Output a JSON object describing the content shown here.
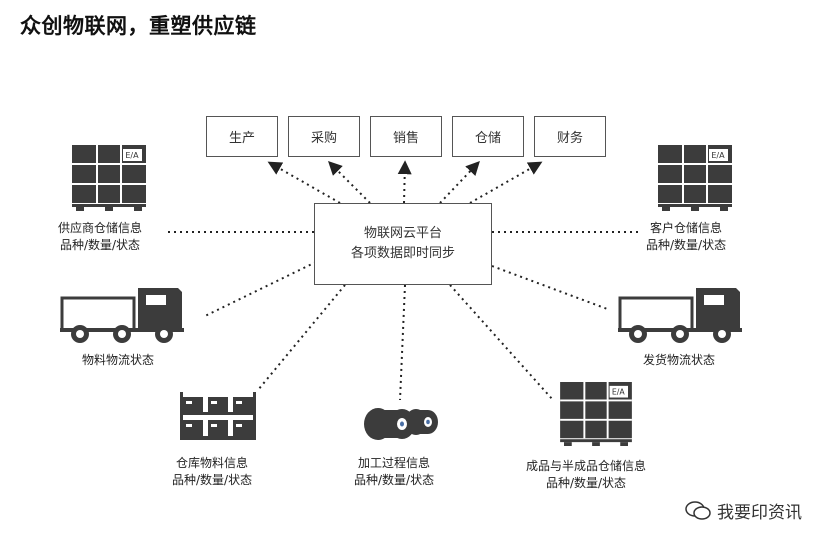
{
  "title": "众创物联网，重塑供应链",
  "top_boxes": [
    "生产",
    "采购",
    "销售",
    "仓储",
    "财务"
  ],
  "platform": {
    "line1": "物联网云平台",
    "line2": "各项数据即时同步"
  },
  "nodes": {
    "supplier_storage": {
      "line1": "供应商仓储信息",
      "line2": "品种/数量/状态"
    },
    "customer_storage": {
      "line1": "客户仓储信息",
      "line2": "品种/数量/状态"
    },
    "material_logistics": {
      "line1": "物料物流状态"
    },
    "shipping_logistics": {
      "line1": "发货物流状态"
    },
    "warehouse_materials": {
      "line1": "仓库物料信息",
      "line2": "品种/数量/状态"
    },
    "processing": {
      "line1": "加工过程信息",
      "line2": "品种/数量/状态"
    },
    "finished_goods": {
      "line1": "成品与半成品仓储信息",
      "line2": "品种/数量/状态"
    }
  },
  "watermark": "我要印资讯",
  "icons": [
    "pallet-boxes-icon",
    "truck-icon",
    "storage-rack-icon",
    "cable-reels-icon",
    "wechat-icon"
  ]
}
